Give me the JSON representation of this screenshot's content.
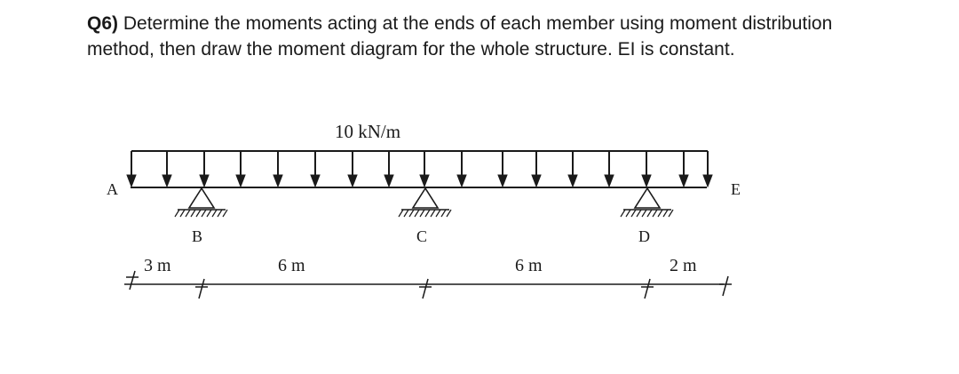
{
  "question": {
    "number": "Q6)",
    "text": " Determine the moments acting at the ends of each member using moment distribution method, then draw the moment diagram for the whole structure. EI is constant."
  },
  "diagram": {
    "load_label": "10 kN/m",
    "support_labels": {
      "A": "A",
      "B": "B",
      "C": "C",
      "D": "D",
      "E": "E"
    },
    "span_labels": [
      "3 m",
      "6 m",
      "6 m",
      "2 m"
    ]
  }
}
